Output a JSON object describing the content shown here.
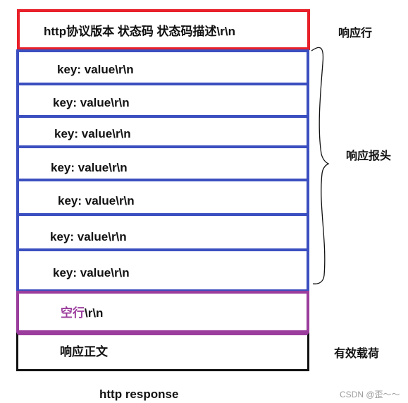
{
  "status_line": {
    "text": "http协议版本 状态码 状态码描述\\r\\n",
    "label": "响应行",
    "border_color": "#e8202a"
  },
  "headers": {
    "rows": [
      "key: value\\r\\n",
      "key: value\\r\\n",
      "key: value\\r\\n",
      "key: value\\r\\n",
      "key: value\\r\\n",
      "key: value\\r\\n",
      "key: value\\r\\n"
    ],
    "label": "响应报头",
    "border_color": "#3c4fc0"
  },
  "blank_line": {
    "prefix": "空行",
    "suffix": "\\r\\n",
    "border_color": "#9b3d9d"
  },
  "body": {
    "text": "响应正文",
    "label": "有效载荷"
  },
  "caption": "http response",
  "watermark": "CSDN @歪～～"
}
